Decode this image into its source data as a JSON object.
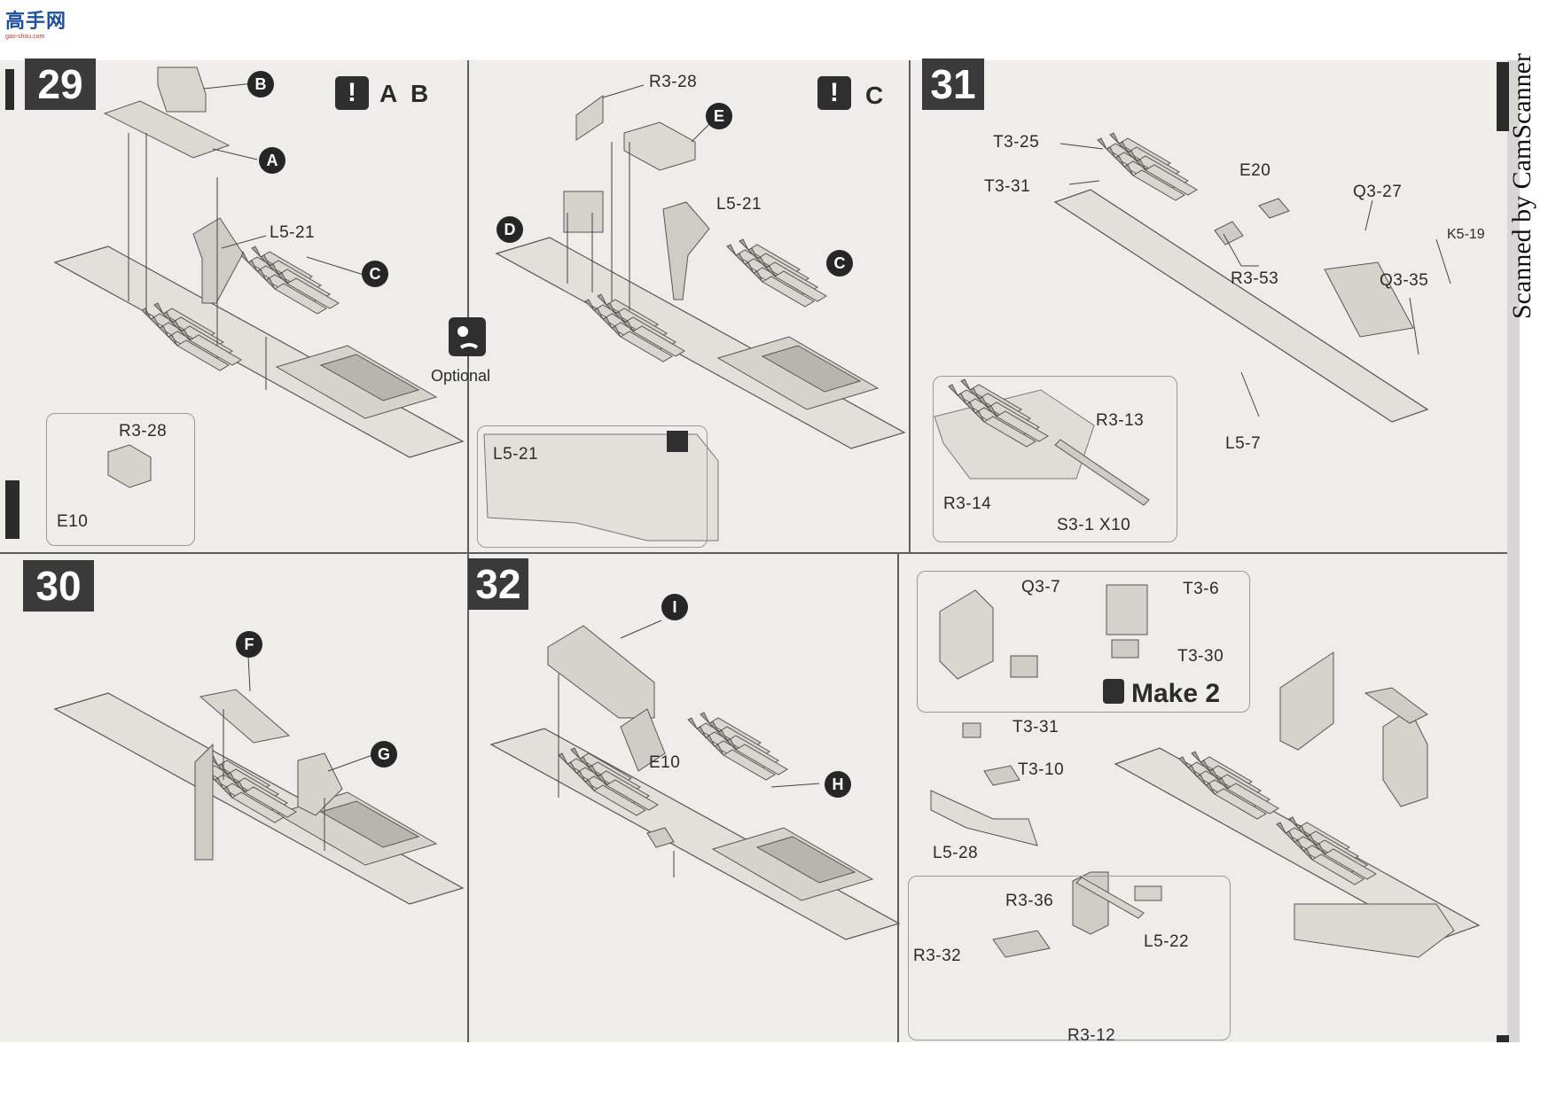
{
  "watermark": {
    "logo_text": "高手网",
    "logo_sub": "gao-shou.com",
    "scanner": "Scanned by CamScanner"
  },
  "steps": {
    "s29": {
      "num": "29",
      "warn": "A B",
      "labels": {
        "b": "B",
        "a": "A",
        "c": "C",
        "l521": "L5-21",
        "r328": "R3-28",
        "e10": "E10"
      }
    },
    "s_mid": {
      "warn": "C",
      "optional": "Optional",
      "labels": {
        "r328": "R3-28",
        "e": "E",
        "d": "D",
        "c": "C",
        "l521": "L5-21",
        "l521_inset": "L5-21"
      }
    },
    "s31": {
      "num": "31",
      "labels": {
        "t325": "T3-25",
        "t331": "T3-31",
        "e20": "E20",
        "q327": "Q3-27",
        "k519": "K5-19",
        "r353": "R3-53",
        "q335": "Q3-35",
        "l57": "L5-7",
        "r313": "R3-13",
        "r314": "R3-14",
        "s31": "S3-1 X10"
      }
    },
    "s30": {
      "num": "30",
      "labels": {
        "f": "F",
        "g": "G"
      }
    },
    "s32": {
      "num": "32",
      "labels": {
        "i": "I",
        "e10": "E10",
        "h": "H"
      }
    },
    "s_right": {
      "make": "Make 2",
      "labels": {
        "q37": "Q3-7",
        "t36": "T3-6",
        "t330": "T3-30",
        "t331": "T3-31",
        "t310": "T3-10",
        "l528": "L5-28",
        "r336": "R3-36",
        "l522": "L5-22",
        "r332": "R3-32",
        "r312": "R3-12"
      }
    }
  }
}
